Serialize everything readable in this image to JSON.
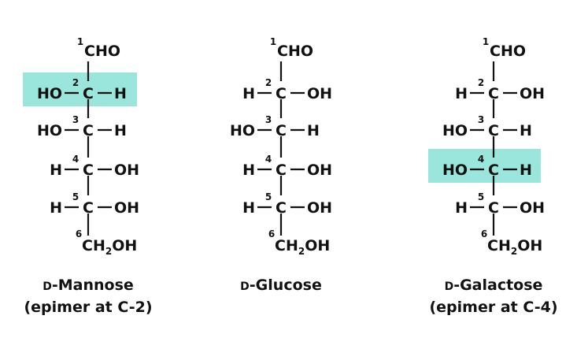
{
  "highlight_color": "#9ae6dc",
  "structures": [
    {
      "name_prefix": "D",
      "name": "-Mannose",
      "subtitle": "(epimer at C-2)",
      "aldehyde": "CHO",
      "aldehyde_number": "1",
      "carbons": [
        {
          "number": "2",
          "left": "HO",
          "right": "H",
          "highlighted": true
        },
        {
          "number": "3",
          "left": "HO",
          "right": "H",
          "highlighted": false
        },
        {
          "number": "4",
          "left": "H",
          "right": "OH",
          "highlighted": false
        },
        {
          "number": "5",
          "left": "H",
          "right": "OH",
          "highlighted": false
        }
      ],
      "carbon_symbol": "C",
      "terminal_number": "6",
      "terminal": {
        "a": "CH",
        "sub": "2",
        "b": "OH"
      }
    },
    {
      "name_prefix": "D",
      "name": "-Glucose",
      "subtitle": "",
      "aldehyde": "CHO",
      "aldehyde_number": "1",
      "carbons": [
        {
          "number": "2",
          "left": "H",
          "right": "OH",
          "highlighted": false
        },
        {
          "number": "3",
          "left": "HO",
          "right": "H",
          "highlighted": false
        },
        {
          "number": "4",
          "left": "H",
          "right": "OH",
          "highlighted": false
        },
        {
          "number": "5",
          "left": "H",
          "right": "OH",
          "highlighted": false
        }
      ],
      "carbon_symbol": "C",
      "terminal_number": "6",
      "terminal": {
        "a": "CH",
        "sub": "2",
        "b": "OH"
      }
    },
    {
      "name_prefix": "D",
      "name": "-Galactose",
      "subtitle": "(epimer at C-4)",
      "aldehyde": "CHO",
      "aldehyde_number": "1",
      "carbons": [
        {
          "number": "2",
          "left": "H",
          "right": "OH",
          "highlighted": false
        },
        {
          "number": "3",
          "left": "HO",
          "right": "H",
          "highlighted": false
        },
        {
          "number": "4",
          "left": "HO",
          "right": "H",
          "highlighted": true
        },
        {
          "number": "5",
          "left": "H",
          "right": "OH",
          "highlighted": false
        }
      ],
      "carbon_symbol": "C",
      "terminal_number": "6",
      "terminal": {
        "a": "CH",
        "sub": "2",
        "b": "OH"
      }
    }
  ]
}
